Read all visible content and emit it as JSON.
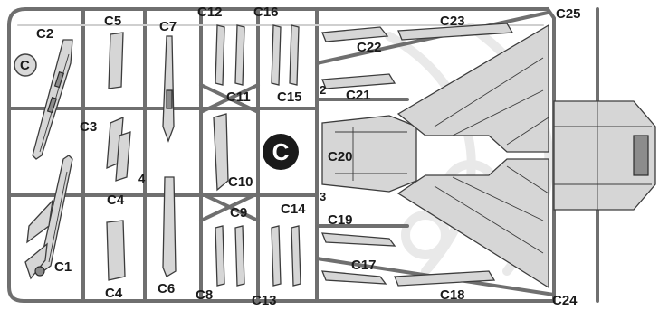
{
  "sprue": {
    "letter": "C",
    "parts": [
      {
        "id": "c1",
        "label": "C1"
      },
      {
        "id": "c2",
        "label": "C2"
      },
      {
        "id": "c3",
        "label": "C3"
      },
      {
        "id": "c4a",
        "label": "C4"
      },
      {
        "id": "c4b",
        "label": "C4"
      },
      {
        "id": "c5",
        "label": "C5"
      },
      {
        "id": "c6",
        "label": "C6"
      },
      {
        "id": "c7",
        "label": "C7"
      },
      {
        "id": "c8",
        "label": "C8"
      },
      {
        "id": "c9",
        "label": "C9"
      },
      {
        "id": "c10",
        "label": "C10"
      },
      {
        "id": "c11",
        "label": "C11"
      },
      {
        "id": "c12",
        "label": "C12"
      },
      {
        "id": "c13",
        "label": "C13"
      },
      {
        "id": "c14",
        "label": "C14"
      },
      {
        "id": "c15",
        "label": "C15"
      },
      {
        "id": "c16",
        "label": "C16"
      },
      {
        "id": "c17",
        "label": "C17"
      },
      {
        "id": "c18",
        "label": "C18"
      },
      {
        "id": "c19",
        "label": "C19"
      },
      {
        "id": "c20",
        "label": "C20"
      },
      {
        "id": "c21",
        "label": "C21"
      },
      {
        "id": "c22",
        "label": "C22"
      },
      {
        "id": "c23",
        "label": "C23"
      },
      {
        "id": "c24",
        "label": "C24"
      },
      {
        "id": "c25",
        "label": "C25"
      }
    ],
    "gate_numbers": [
      "2",
      "3",
      "4"
    ]
  },
  "colors": {
    "runner": "#6f6f6f",
    "part_fill": "#d6d6d6",
    "outline": "#3c3c3c",
    "badge": "#1a1a1a"
  }
}
